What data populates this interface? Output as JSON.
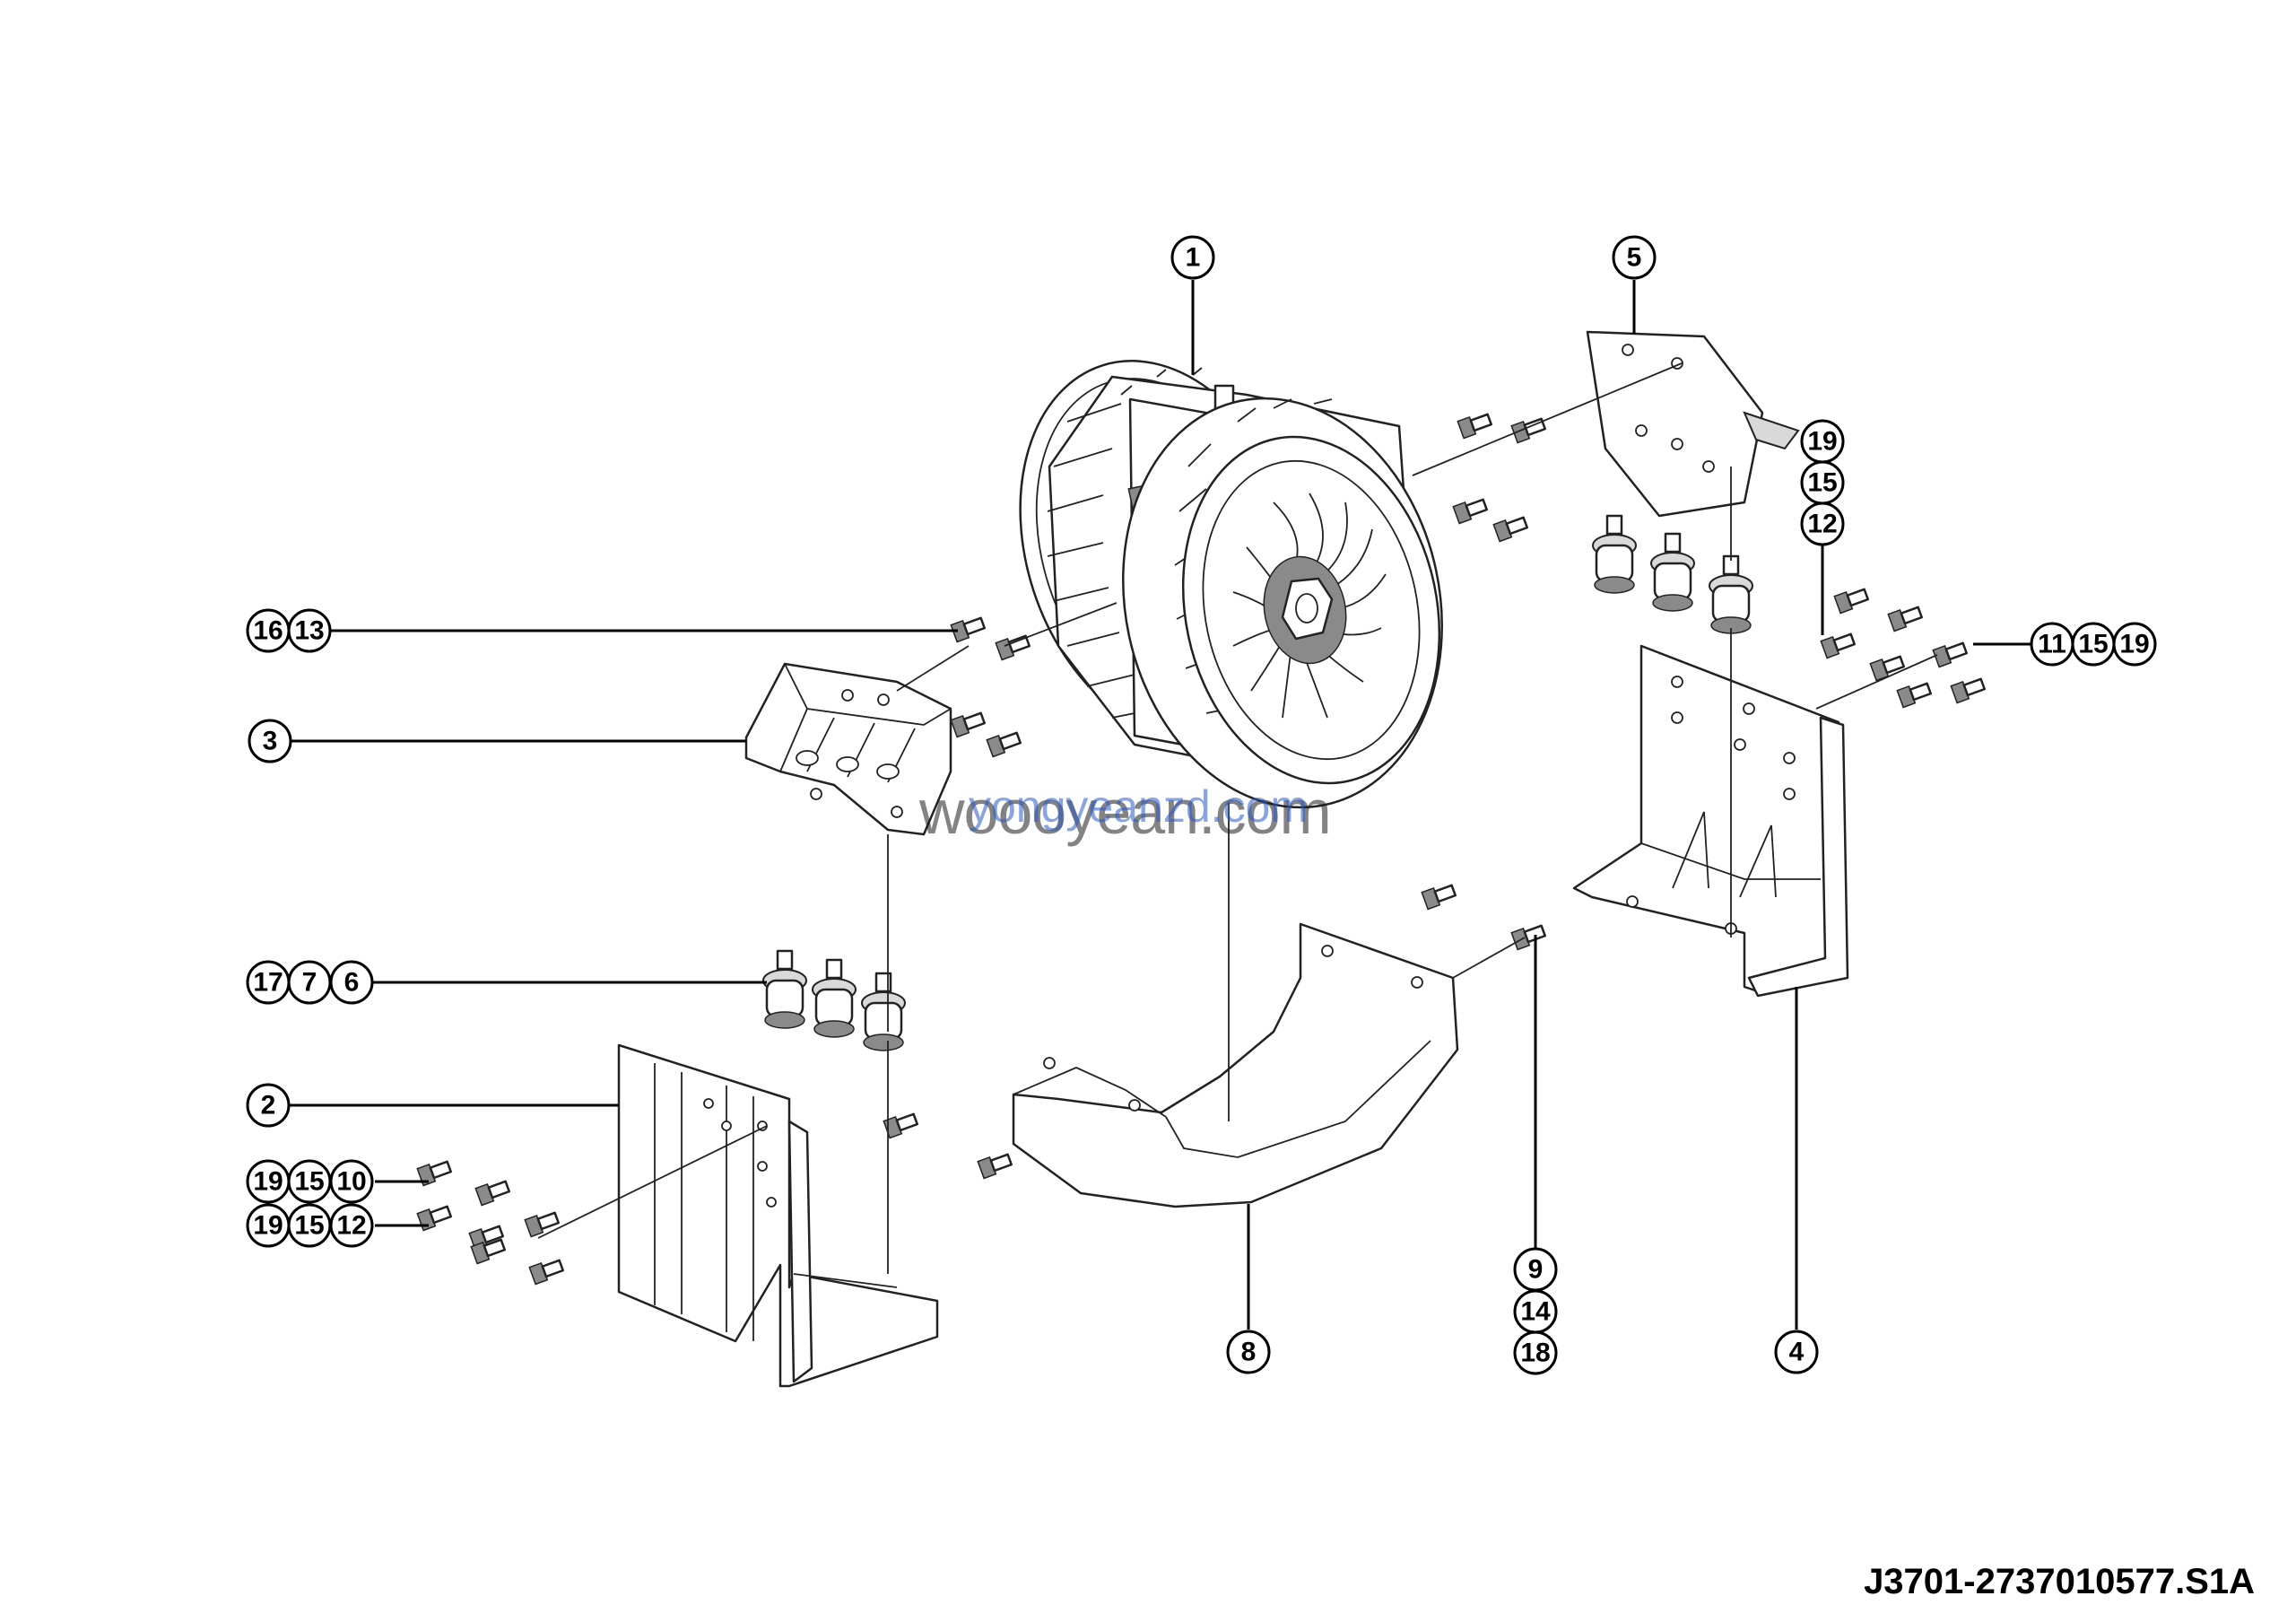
{
  "callouts": [
    {
      "id": "c1",
      "label": "1"
    },
    {
      "id": "c2",
      "label": "2"
    },
    {
      "id": "c3",
      "label": "3"
    },
    {
      "id": "c4",
      "label": "4"
    },
    {
      "id": "c5",
      "label": "5"
    },
    {
      "id": "c8",
      "label": "8"
    },
    {
      "id": "c9",
      "label": "9"
    },
    {
      "id": "c14",
      "label": "14"
    },
    {
      "id": "c18",
      "label": "18"
    },
    {
      "id": "c19a",
      "label": "19"
    },
    {
      "id": "c15a",
      "label": "15"
    },
    {
      "id": "c12a",
      "label": "12"
    },
    {
      "id": "c16",
      "label": "16"
    },
    {
      "id": "c13",
      "label": "13"
    },
    {
      "id": "c11",
      "label": "11"
    },
    {
      "id": "c15b",
      "label": "15"
    },
    {
      "id": "c19b",
      "label": "19"
    },
    {
      "id": "c17",
      "label": "17"
    },
    {
      "id": "c7",
      "label": "7"
    },
    {
      "id": "c6",
      "label": "6"
    },
    {
      "id": "c19c",
      "label": "19"
    },
    {
      "id": "c15c",
      "label": "15"
    },
    {
      "id": "c10",
      "label": "10"
    },
    {
      "id": "c19d",
      "label": "19"
    },
    {
      "id": "c15d",
      "label": "15"
    },
    {
      "id": "c12b",
      "label": "12"
    }
  ],
  "drawing_code": "J3701-2737010577.S1A",
  "watermark": "woooyean.com",
  "watermark_overlay": "yongyeanzd.com"
}
